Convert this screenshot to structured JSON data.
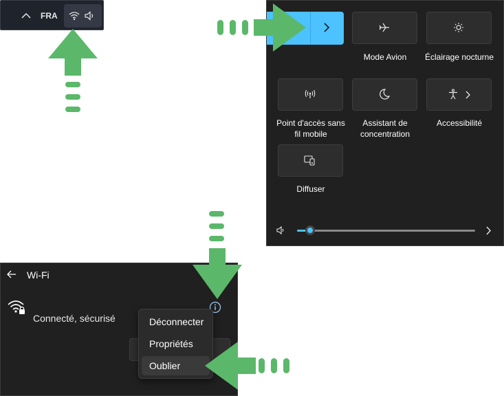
{
  "taskbar": {
    "language": "FRA",
    "icons": [
      "chevron-up-icon",
      "wifi-icon",
      "speaker-icon"
    ]
  },
  "quick_settings": {
    "tiles": [
      {
        "label": "Mode Avion",
        "icon": "airplane-icon"
      },
      {
        "label": "Éclairage nocturne",
        "icon": "brightness-icon"
      },
      {
        "label": "Point d'accès sans fil mobile",
        "icon": "hotspot-icon"
      },
      {
        "label": "Assistant de concentration",
        "icon": "moon-icon"
      },
      {
        "label": "Accessibilité",
        "icon": "accessibility-icon"
      },
      {
        "label": "Diffuser",
        "icon": "cast-icon"
      }
    ],
    "wifi_tile_state": "on",
    "volume_level": 0.07
  },
  "wifi_panel": {
    "title": "Wi-Fi",
    "status": "Connecté, sécurisé"
  },
  "context_menu": {
    "items": [
      "Déconnecter",
      "Propriétés",
      "Oublier"
    ],
    "highlighted_index": 2
  },
  "colors": {
    "accent": "#4cc2ff",
    "annotation_green": "#5bb86a",
    "panel_bg": "#202020"
  }
}
